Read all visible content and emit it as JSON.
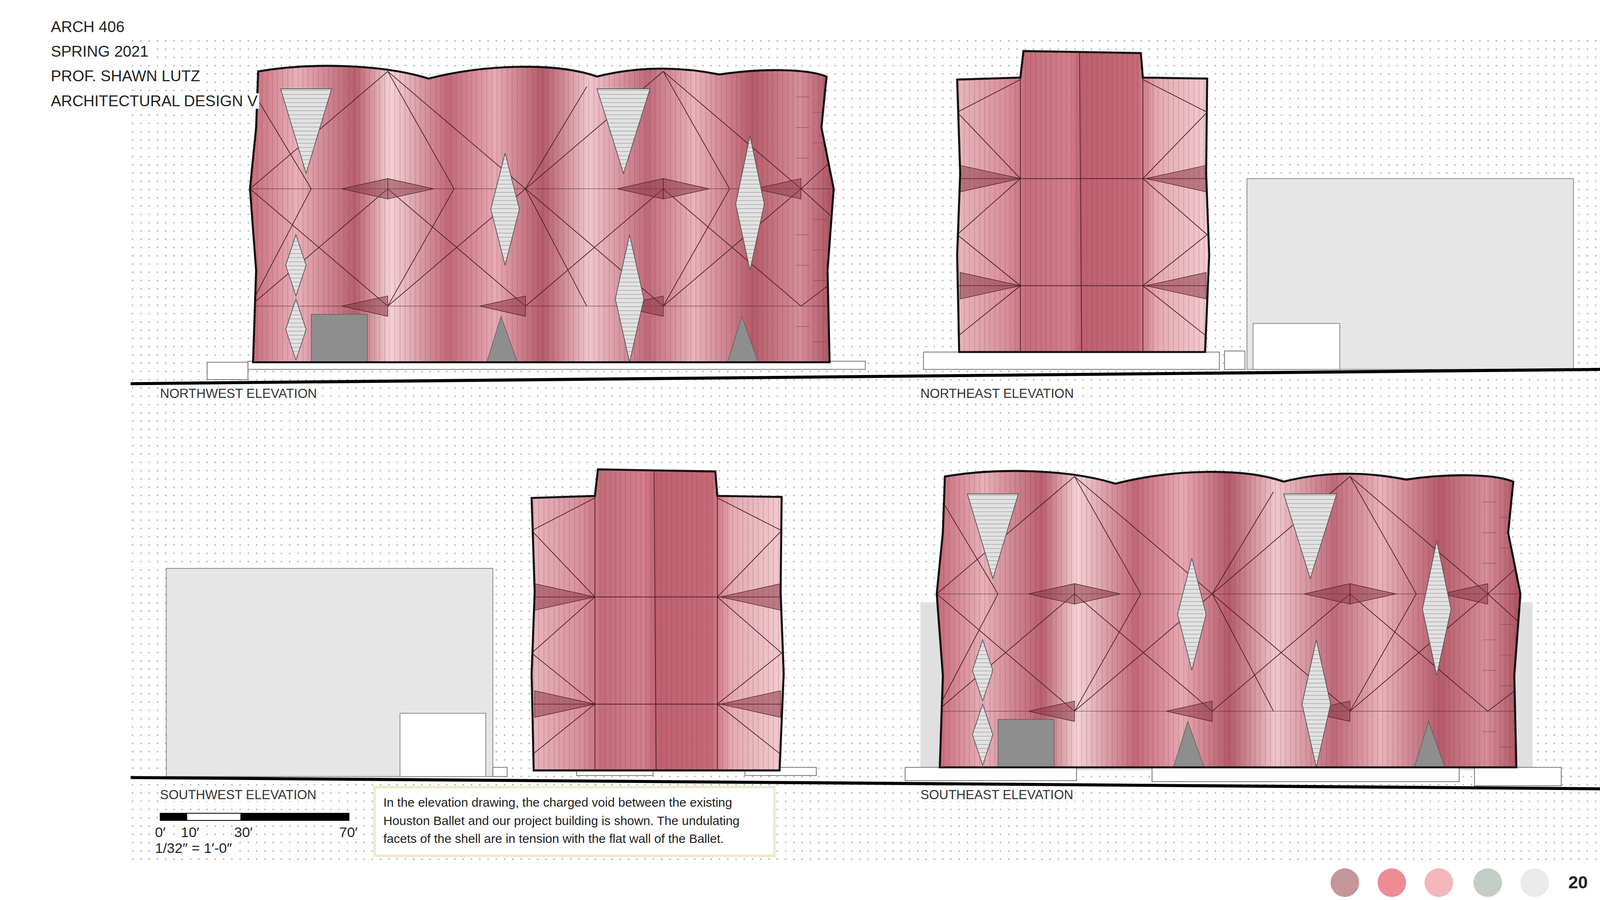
{
  "diagram": {
    "nodes": [
      {
        "text": [
          "In the elevation drawing, the charged void between the existing Houston Ballet and our project building is shown. The undulating facets of the shell are in tension with the flat wall of the Ballet."
        ]
      }
    ],
    "labels": [
      "ARCH 406",
      "SPRING 2021",
      "PROF. SHAWN LUTZ",
      "ARCHITECTURAL DESIGN V",
      "NORTHWEST ELEVATION",
      "NORTHEAST ELEVATION",
      "SOUTHWEST ELEVATION",
      "SOUTHEAST ELEVATION",
      "0′",
      "10′",
      "30′",
      "70′",
      "1/32″ = 1′-0″",
      "20"
    ]
  }
}
